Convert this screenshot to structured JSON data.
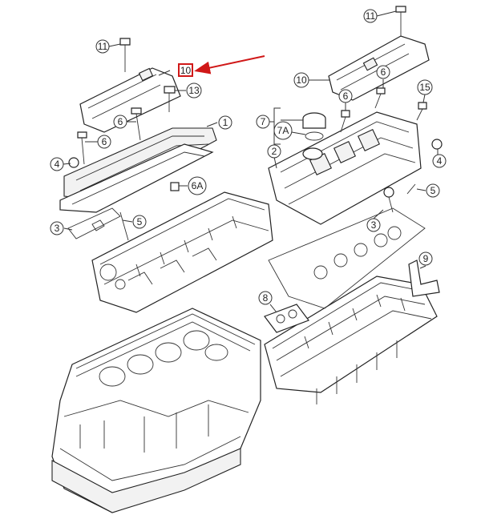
{
  "diagram": {
    "callouts": [
      {
        "id": "c11-left",
        "label": "11"
      },
      {
        "id": "c10-left",
        "label": "10",
        "highlighted": true
      },
      {
        "id": "c13",
        "label": "13"
      },
      {
        "id": "c6-a",
        "label": "6"
      },
      {
        "id": "c1",
        "label": "1"
      },
      {
        "id": "c6-b",
        "label": "6"
      },
      {
        "id": "c4-left",
        "label": "4"
      },
      {
        "id": "c6A",
        "label": "6A"
      },
      {
        "id": "c5-left",
        "label": "5"
      },
      {
        "id": "c3-left",
        "label": "3"
      },
      {
        "id": "c11-right",
        "label": "11"
      },
      {
        "id": "c10-right",
        "label": "10"
      },
      {
        "id": "c6-right",
        "label": "6"
      },
      {
        "id": "c6-right2",
        "label": "6"
      },
      {
        "id": "c15",
        "label": "15"
      },
      {
        "id": "c7",
        "label": "7"
      },
      {
        "id": "c7A",
        "label": "7A"
      },
      {
        "id": "c2",
        "label": "2"
      },
      {
        "id": "c4-right",
        "label": "4"
      },
      {
        "id": "c5-right",
        "label": "5"
      },
      {
        "id": "c3-right",
        "label": "3"
      },
      {
        "id": "c9",
        "label": "9"
      },
      {
        "id": "c8",
        "label": "8"
      }
    ],
    "highlight_color": "#d01818",
    "line_color": "#222222"
  }
}
